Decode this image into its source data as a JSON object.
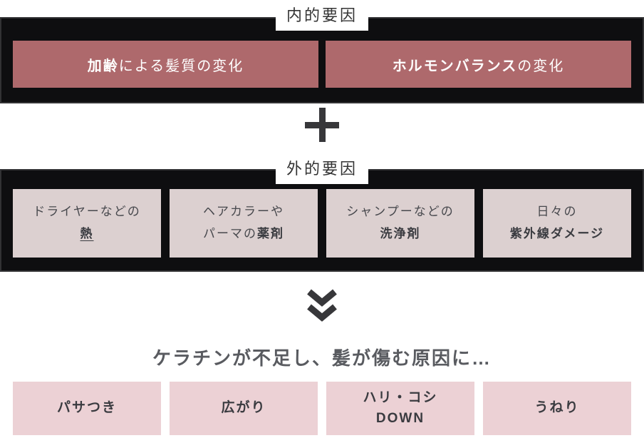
{
  "internal_section": {
    "label": "内的要因",
    "boxes": [
      {
        "emphasis": "加齢",
        "rest": "による髪質の変化"
      },
      {
        "emphasis": "ホルモンバランス",
        "rest": "の変化"
      }
    ]
  },
  "plus": {
    "icon": "plus"
  },
  "external_section": {
    "label": "外的要因",
    "boxes": [
      {
        "line1": "ドライヤーなどの",
        "pre": "",
        "keyword": "熱"
      },
      {
        "line1": "ヘアカラーや",
        "pre": "パーマの",
        "keyword": "薬剤"
      },
      {
        "line1": "シャンプーなどの",
        "pre": "",
        "keyword": "洗浄剤"
      },
      {
        "line1": "日々の",
        "pre": "",
        "keyword": "紫外線ダメージ"
      }
    ]
  },
  "result_section": {
    "chevron_icon": "double-chevron-down",
    "lead": "ケラチンが不足し、髪が傷む原因に…",
    "boxes": [
      {
        "line1": "パサつき",
        "line2": ""
      },
      {
        "line1": "広がり",
        "line2": ""
      },
      {
        "line1": "ハリ・コシ",
        "line2": "DOWN"
      },
      {
        "line1": "うねり",
        "line2": ""
      }
    ]
  },
  "colors": {
    "page_bg": "#ffffff",
    "band_bg": "#0e0e10",
    "band_border": "#323234",
    "internal_box_bg": "#ae696c",
    "internal_box_text": "#ffffff",
    "external_box_bg": "#dcd0d0",
    "result_box_bg": "#ecd1d5",
    "dark_text": "#3a3b40",
    "lead_text": "#595b60",
    "icon_color": "#37373a"
  }
}
